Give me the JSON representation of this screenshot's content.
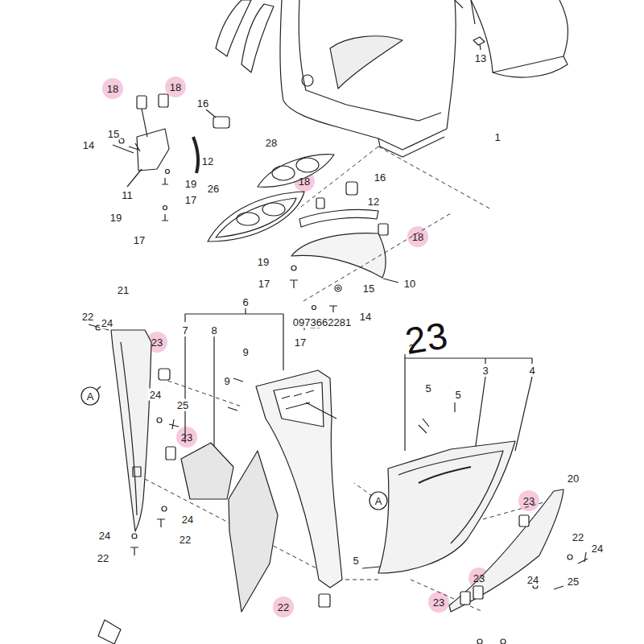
{
  "diagram": {
    "labels": [
      "18",
      "18",
      "13",
      "16",
      "1",
      "14",
      "15",
      "12",
      "11",
      "19",
      "17",
      "28",
      "16",
      "18",
      "26",
      "12",
      "19",
      "17",
      "18",
      "10",
      "19",
      "15",
      "17",
      "14",
      "19",
      "17",
      "21",
      "6",
      "22",
      "24",
      "7",
      "8",
      "23",
      "9",
      "2",
      "9",
      "3",
      "4",
      "A",
      "24",
      "25",
      "5",
      "5",
      "23",
      "23",
      "24",
      "20",
      "24",
      "22",
      "22",
      "24",
      "A",
      "5",
      "22",
      "23",
      "24",
      "25",
      "23",
      "22",
      "23",
      "0973662281"
    ]
  }
}
